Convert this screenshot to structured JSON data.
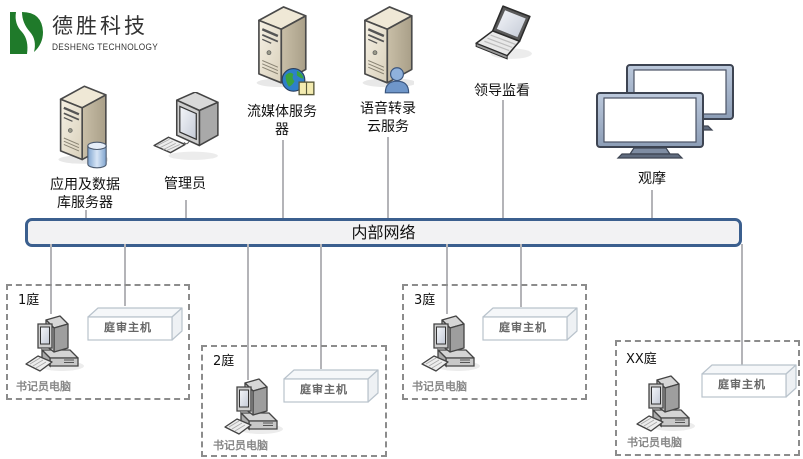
{
  "logo": {
    "name_cn": "德胜科技",
    "name_en": "DESHENG TECHNOLOGY",
    "icon": "desheng-s-logo-icon",
    "brand_color": "#1f7a2a"
  },
  "network": {
    "label": "内部网络",
    "border_color": "#3b5f8e",
    "fill_color": "#f2f2f3",
    "line_color": "#b4b4b8"
  },
  "nodes": {
    "app_db_server": {
      "label_line1": "应用及数据",
      "label_line2": "库服务器",
      "icon": "server-with-database-icon"
    },
    "admin": {
      "label": "管理员",
      "icon": "desktop-computer-icon"
    },
    "streaming_server": {
      "label_line1": "流媒体服务",
      "label_line2": "器",
      "icon": "server-with-globe-icon"
    },
    "speech_server": {
      "label_line1": "语音转录",
      "label_line2": "云服务",
      "icon": "server-with-user-icon"
    },
    "leader_monitor": {
      "label": "领导监看",
      "icon": "laptop-icon"
    },
    "observation": {
      "label": "观摩",
      "icon": "dual-monitor-icon"
    }
  },
  "courtrooms": [
    {
      "name": "1庭",
      "host_label": "庭审主机",
      "clerk_label": "书记员电脑"
    },
    {
      "name": "2庭",
      "host_label": "庭审主机",
      "clerk_label": "书记员电脑"
    },
    {
      "name": "3庭",
      "host_label": "庭审主机",
      "clerk_label": "书记员电脑"
    },
    {
      "name": "XX庭",
      "host_label": "庭审主机",
      "clerk_label": "书记员电脑"
    }
  ]
}
